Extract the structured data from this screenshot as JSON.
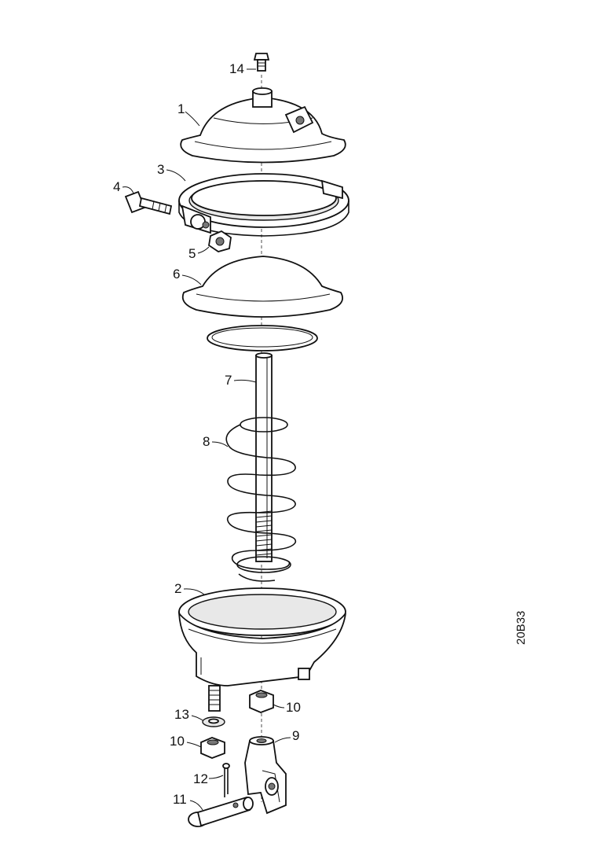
{
  "diagram": {
    "drawing_number": "20B33",
    "callouts": [
      {
        "id": "14",
        "label": "14",
        "part": "bleed-screw"
      },
      {
        "id": "1",
        "label": "1",
        "part": "upper-housing"
      },
      {
        "id": "3",
        "label": "3",
        "part": "clamp-ring"
      },
      {
        "id": "4",
        "label": "4",
        "part": "clamp-bolt"
      },
      {
        "id": "5",
        "label": "5",
        "part": "clamp-nut"
      },
      {
        "id": "6",
        "label": "6",
        "part": "diaphragm"
      },
      {
        "id": "7",
        "label": "7",
        "part": "push-rod"
      },
      {
        "id": "8",
        "label": "8",
        "part": "return-spring"
      },
      {
        "id": "2",
        "label": "2",
        "part": "lower-housing"
      },
      {
        "id": "10a",
        "label": "10",
        "part": "nut-right"
      },
      {
        "id": "13",
        "label": "13",
        "part": "lock-washer"
      },
      {
        "id": "10b",
        "label": "10",
        "part": "nut-left"
      },
      {
        "id": "9",
        "label": "9",
        "part": "clevis-fork"
      },
      {
        "id": "12",
        "label": "12",
        "part": "cotter-pin"
      },
      {
        "id": "11",
        "label": "11",
        "part": "clevis-pin"
      }
    ]
  }
}
